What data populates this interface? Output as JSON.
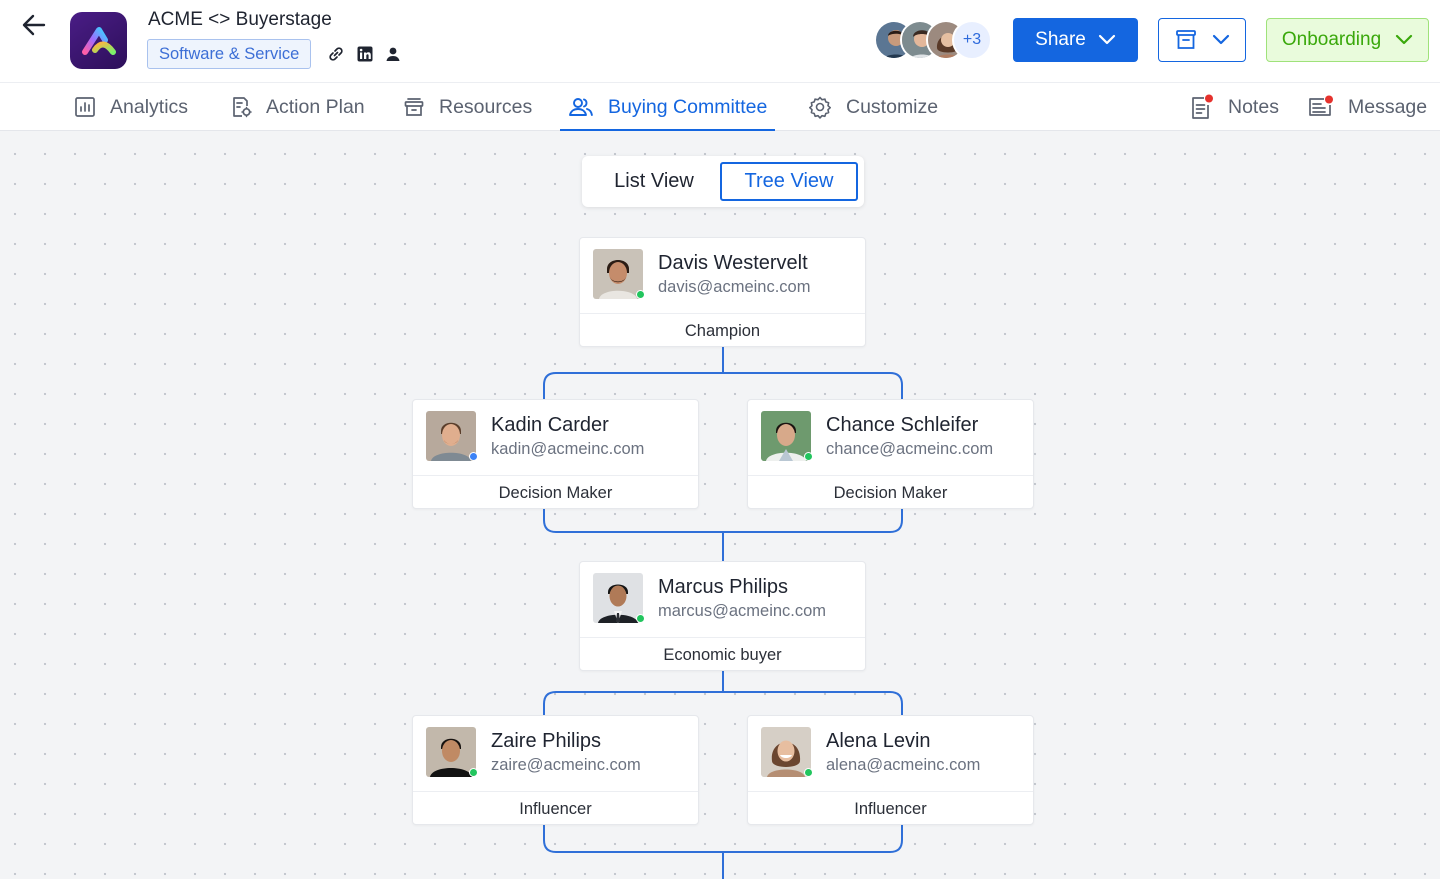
{
  "header": {
    "deal_title": "ACME <> Buyerstage",
    "industry_tag": "Software & Service",
    "collaborators_more": "+3",
    "share_label": "Share",
    "stage_label": "Onboarding"
  },
  "tabs": [
    {
      "label": "Analytics",
      "icon": "analytics-icon"
    },
    {
      "label": "Action Plan",
      "icon": "action-plan-icon"
    },
    {
      "label": "Resources",
      "icon": "resources-icon"
    },
    {
      "label": "Buying Committee",
      "icon": "users-icon",
      "active": true
    },
    {
      "label": "Customize",
      "icon": "gear-icon"
    },
    {
      "label": "Notes",
      "icon": "notes-icon",
      "unread": true
    },
    {
      "label": "Message",
      "icon": "message-icon",
      "unread": true
    }
  ],
  "view_toggle": {
    "list_label": "List View",
    "tree_label": "Tree View",
    "selected": "Tree View"
  },
  "members": [
    {
      "name": "Davis Westervelt",
      "email": "davis@acmeinc.com",
      "role": "Champion",
      "status": "online"
    },
    {
      "name": "Kadin Carder",
      "email": "kadin@acmeinc.com",
      "role": "Decision Maker",
      "status": "away"
    },
    {
      "name": "Chance Schleifer",
      "email": "chance@acmeinc.com",
      "role": "Decision Maker",
      "status": "online"
    },
    {
      "name": "Marcus Philips",
      "email": "marcus@acmeinc.com",
      "role": "Economic buyer",
      "status": "online"
    },
    {
      "name": "Zaire Philips",
      "email": "zaire@acmeinc.com",
      "role": "Influencer",
      "status": "online"
    },
    {
      "name": "Alena Levin",
      "email": "alena@acmeinc.com",
      "role": "Influencer",
      "status": "online"
    }
  ],
  "colors": {
    "primary": "#1466e0",
    "stage_green": "#3aa80b",
    "status_online": "#22c55e",
    "status_away": "#3b82f6",
    "notification_red": "#e5322d",
    "logo_purple": "#3b1470"
  }
}
